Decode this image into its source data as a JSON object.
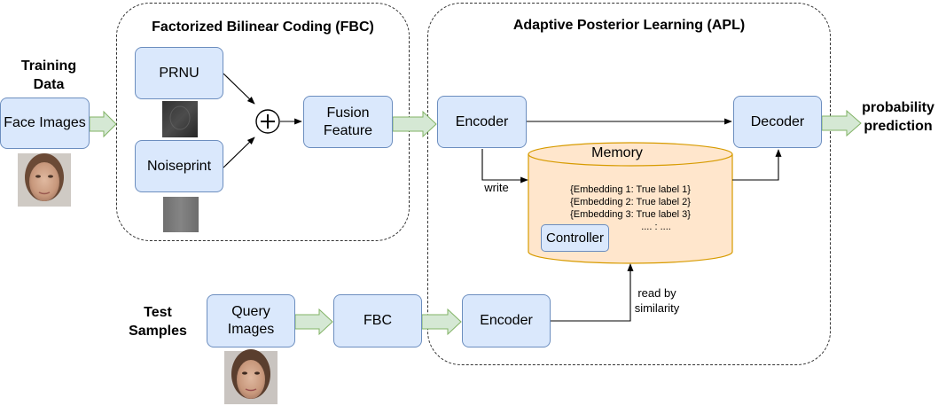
{
  "labels": {
    "training_data": "Training\nData",
    "test_samples": "Test\nSamples",
    "probability_prediction": "probability\nprediction",
    "write": "write",
    "read_by_similarity": "read by\nsimilarity"
  },
  "groups": {
    "fbc_title": "Factorized Bilinear Coding (FBC)",
    "apl_title": "Adaptive Posterior Learning (APL)"
  },
  "boxes": {
    "face_images": "Face Images",
    "prnu": "PRNU",
    "noiseprint": "Noiseprint",
    "fusion_feature": "Fusion\nFeature",
    "encoder_top": "Encoder",
    "decoder": "Decoder",
    "query_images": "Query\nImages",
    "fbc": "FBC",
    "encoder_bottom": "Encoder",
    "controller": "Controller"
  },
  "memory": {
    "title": "Memory",
    "lines": [
      "{Embedding 1: True label 1}",
      "{Embedding 2: True label 2}",
      "{Embedding 3: True label 3}",
      ".... : ...."
    ]
  },
  "colors": {
    "box_fill": "#dae8fc",
    "box_stroke": "#6c8ebf",
    "arrow_fill": "#d5e8d4",
    "arrow_stroke": "#82b366",
    "memory_fill": "#ffe6cc",
    "memory_stroke": "#d79b00"
  },
  "icons": {
    "sum_node": "circled-plus-icon"
  }
}
